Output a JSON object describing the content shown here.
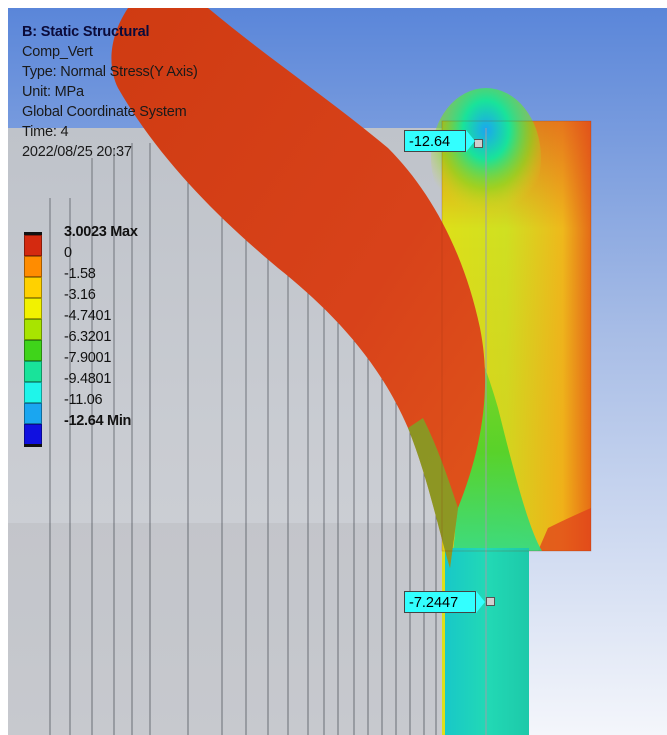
{
  "info": {
    "title": "B: Static Structural",
    "result_name": "Comp_Vert",
    "type": "Type: Normal Stress(Y Axis)",
    "unit": "Unit: MPa",
    "coord_system": "Global Coordinate System",
    "time": "Time: 4",
    "timestamp": "2022/08/25 20:37"
  },
  "legend": {
    "entries": [
      {
        "label": "3.0023 Max",
        "bold": true,
        "color": "#d42a10"
      },
      {
        "label": "0",
        "bold": false,
        "color": "#ff8c00"
      },
      {
        "label": "-1.58",
        "bold": false,
        "color": "#ffd100"
      },
      {
        "label": "-3.16",
        "bold": false,
        "color": "#f2f200"
      },
      {
        "label": "-4.7401",
        "bold": false,
        "color": "#a8e400"
      },
      {
        "label": "-6.3201",
        "bold": false,
        "color": "#3fd41a"
      },
      {
        "label": "-7.9001",
        "bold": false,
        "color": "#19e39a"
      },
      {
        "label": "-9.4801",
        "bold": false,
        "color": "#1ff5ea"
      },
      {
        "label": "-11.06",
        "bold": false,
        "color": "#1aa6f0"
      },
      {
        "label": "-12.64 Min",
        "bold": true,
        "color": "#1010e0"
      }
    ]
  },
  "probes": [
    {
      "label": "-12.64"
    },
    {
      "label": "-7.2447"
    }
  ],
  "colors": {
    "background_top": "#5b86d8",
    "background_bottom": "#ffffff",
    "max_red": "#d63a16",
    "min_blue": "#1010e0"
  }
}
